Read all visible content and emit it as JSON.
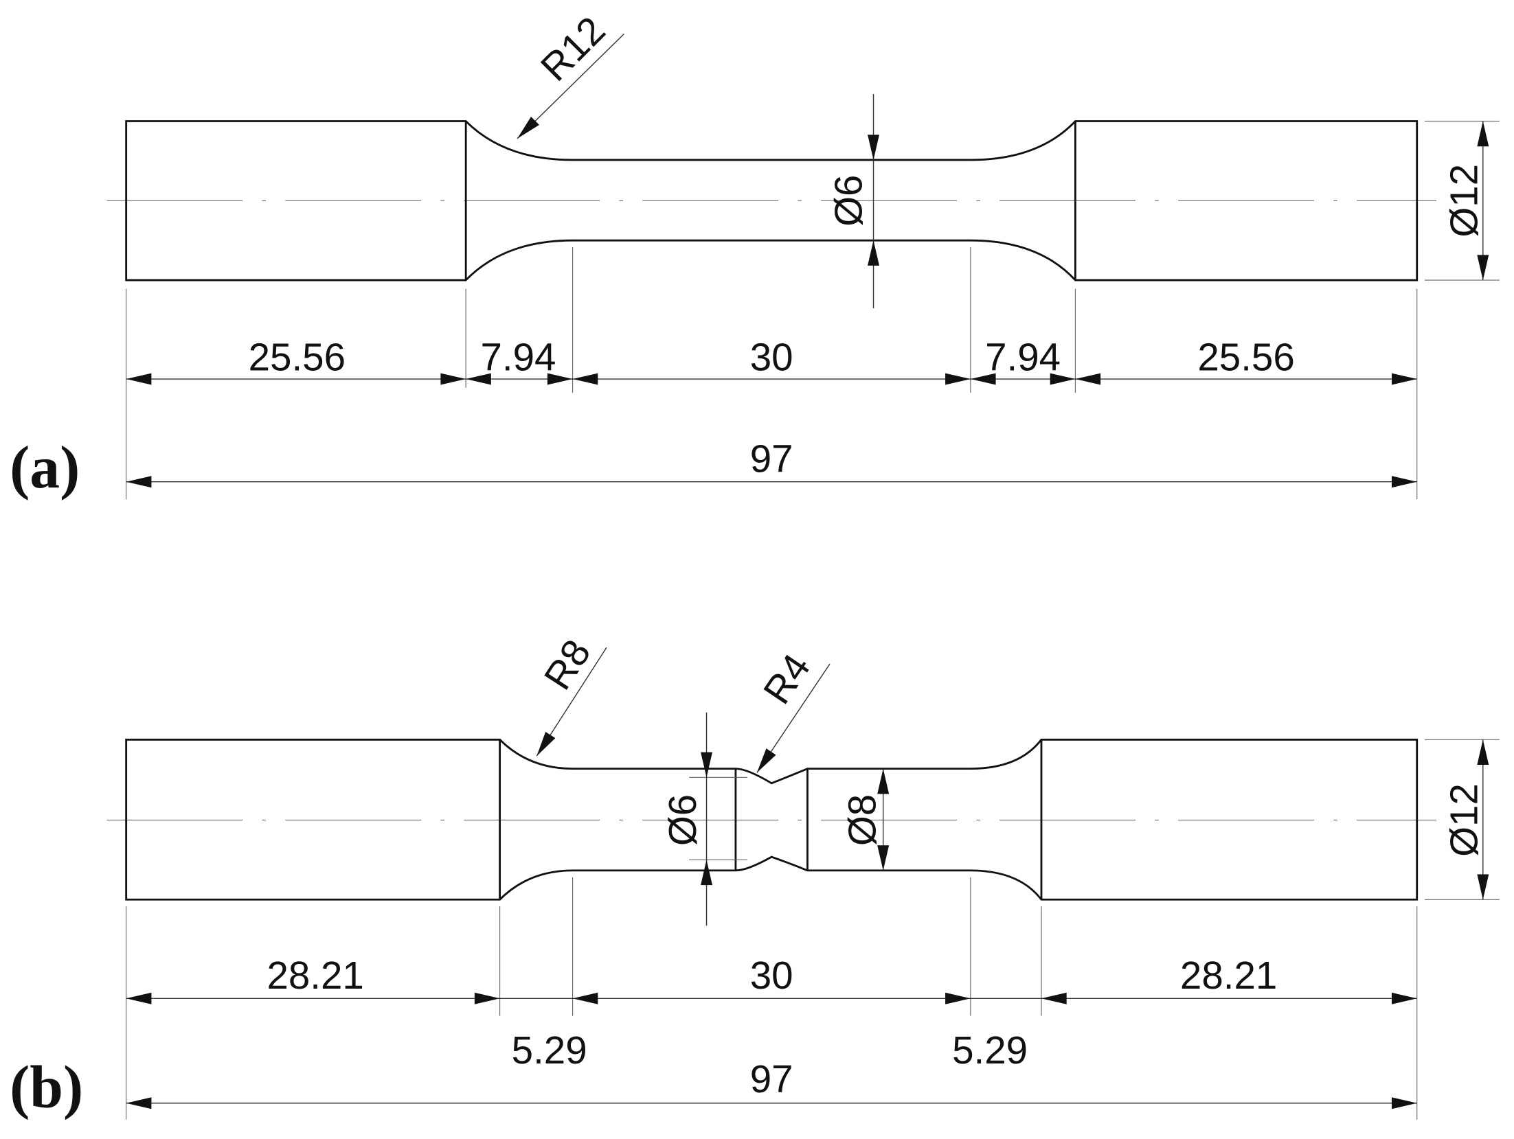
{
  "figure": {
    "panel_a": {
      "label": "(a)",
      "dims": {
        "grip_left": "25.56",
        "fillet_left": "7.94",
        "gauge": "30",
        "fillet_right": "7.94",
        "grip_right": "25.56",
        "total": "97",
        "radius": "R12",
        "gauge_dia": "Ø6",
        "grip_dia": "Ø12"
      }
    },
    "panel_b": {
      "label": "(b)",
      "dims": {
        "grip_left": "28.21",
        "fillet_left": "5.29",
        "gauge": "30",
        "fillet_right": "5.29",
        "grip_right": "28.21",
        "total": "97",
        "radius_fillet": "R8",
        "radius_notch": "R4",
        "notch_dia": "Ø6",
        "gauge_dia": "Ø8",
        "grip_dia": "Ø12"
      }
    }
  }
}
